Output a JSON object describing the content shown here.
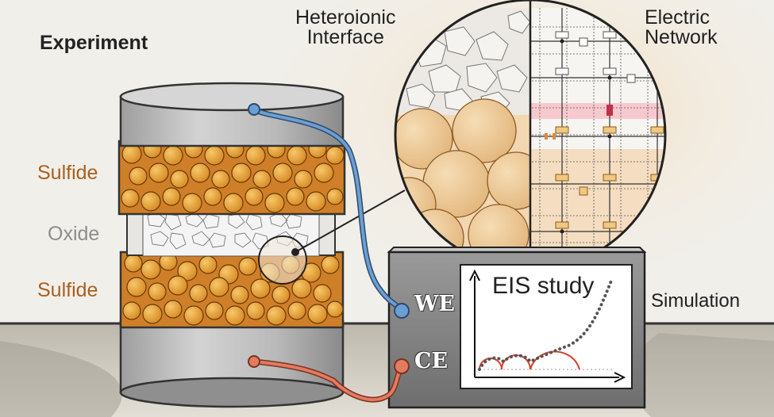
{
  "title": "Experiment",
  "layers": {
    "top": "Sulfide",
    "middle": "Oxide",
    "bottom": "Sulfide"
  },
  "zoom": {
    "left_header": "Heteroionic\nInterface",
    "right_header": "Electric\nNetwork"
  },
  "box": {
    "we": "WE",
    "ce": "CE",
    "plot_title": "EIS study",
    "side_label": "Simulation"
  },
  "colors": {
    "sulfide_text": "#a9601e",
    "oxide_text": "#8e8e8e",
    "sulfide_particle": "#e8a640",
    "we_wire": "#6a9fd4",
    "ce_wire": "#e47a60",
    "plot_arc": "#d8402a",
    "highlight_row": "#f6c9cf"
  }
}
